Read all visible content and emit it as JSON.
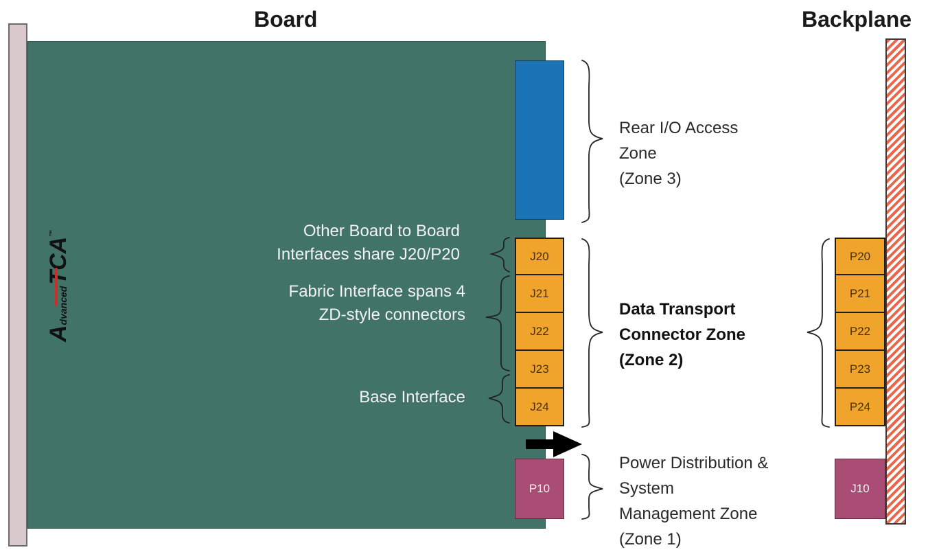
{
  "titles": {
    "board": "Board",
    "backplane": "Backplane"
  },
  "logo": {
    "prefix": "A",
    "small": "dvanced",
    "main": "TCA",
    "tm": "™"
  },
  "board_connectors": [
    "J20",
    "J21",
    "J22",
    "J23",
    "J24"
  ],
  "backplane_connectors": [
    "P20",
    "P21",
    "P22",
    "P23",
    "P24"
  ],
  "power_board_connector": "P10",
  "power_backplane_connector": "J10",
  "annotations": {
    "other_board": [
      "Other Board to Board",
      "Interfaces share J20/P20"
    ],
    "fabric": [
      "Fabric Interface spans 4",
      "ZD-style connectors"
    ],
    "base": "Base Interface"
  },
  "zones": {
    "zone3": [
      "Rear I/O Access",
      "Zone",
      "(Zone 3)"
    ],
    "zone2": [
      "Data Transport",
      "Connector Zone",
      "(Zone 2)"
    ],
    "zone1": [
      "Power Distribution &",
      "System",
      "Management Zone",
      "(Zone 1)"
    ]
  },
  "colors": {
    "board": "#417369",
    "connector_orange": "#f0a42c",
    "power_connector": "#a94d74",
    "rear_io": "#1a73b4",
    "backplane_stripe": "#e8664a"
  }
}
